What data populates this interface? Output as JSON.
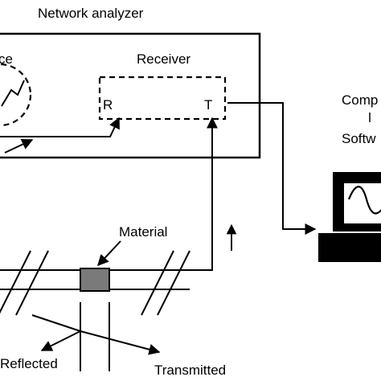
{
  "labels": {
    "network_analyzer": "Network analyzer",
    "source_fragment": "ce",
    "receiver": "Receiver",
    "port_r": "R",
    "port_t": "T",
    "computer_fragment": "Comp",
    "software_fragment": "Softw",
    "material": "Material",
    "reflected": "Reflected",
    "transmitted": "Transmitted"
  },
  "colors": {
    "ink": "#000000",
    "background": "#ffffff",
    "material_fill": "#7a7a7a",
    "monitor_screen": "#ffffff"
  }
}
